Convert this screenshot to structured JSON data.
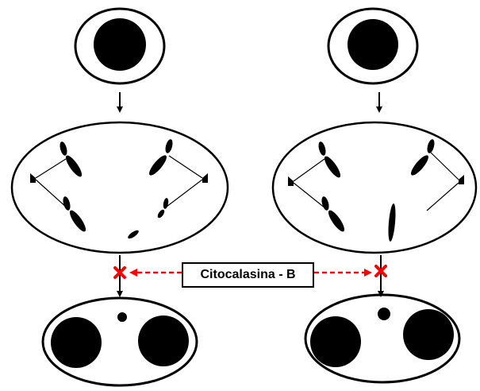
{
  "diagram": {
    "label": "Citocalasina - B",
    "colors": {
      "stroke": "#000000",
      "fill": "#000000",
      "background": "#ffffff",
      "block_marker": "#ff0000",
      "block_arrow": "#ff0000"
    },
    "panels": [
      {
        "name": "left",
        "stages": [
          "cell-with-nucleus",
          "anaphase-spindle",
          "binucleated-cell-with-micronucleus"
        ],
        "blocked_step": "cytokinesis"
      },
      {
        "name": "right",
        "stages": [
          "cell-with-nucleus",
          "anaphase-spindle-with-lagging-chromosome",
          "binucleated-cell-with-micronucleus"
        ],
        "blocked_step": "cytokinesis"
      }
    ],
    "icons": {
      "block_marker": "x-mark-icon",
      "flow_arrow": "down-arrow-icon",
      "inhibition_arrow": "dashed-arrow-icon"
    }
  }
}
